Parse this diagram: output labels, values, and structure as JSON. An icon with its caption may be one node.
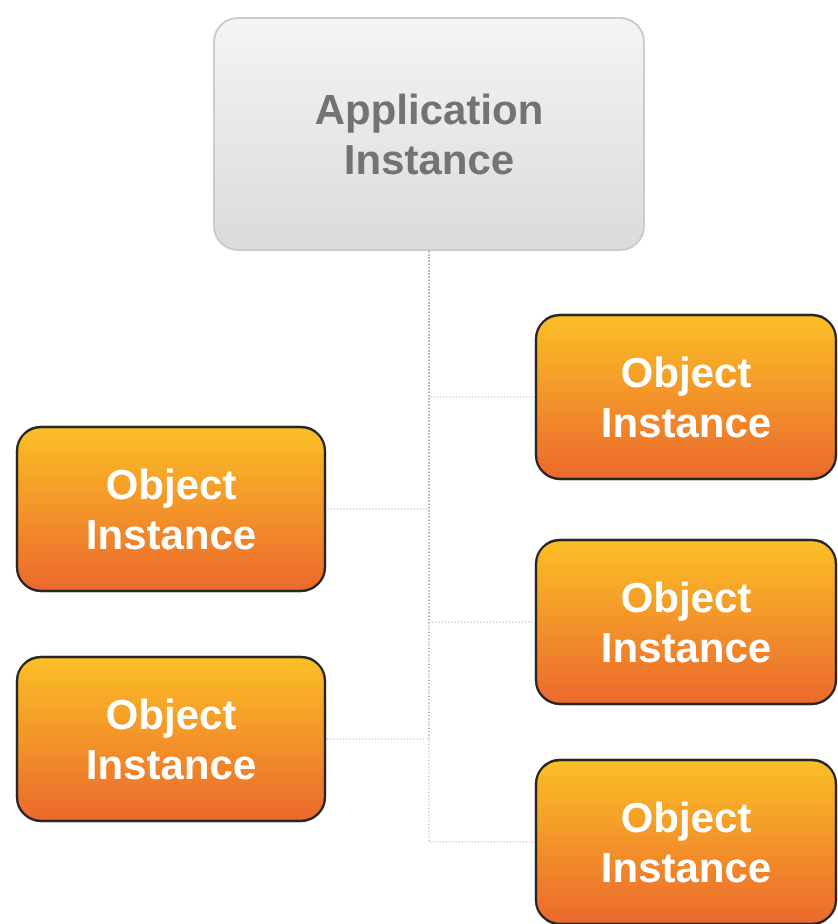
{
  "diagram": {
    "nodes": [
      {
        "text": [
          "Application Instance"
        ]
      },
      {
        "text": [
          "Object Instance"
        ]
      },
      {
        "text": [
          "Object Instance"
        ]
      },
      {
        "text": [
          "Object Instance"
        ]
      },
      {
        "text": [
          "Object Instance"
        ]
      },
      {
        "text": [
          "Object Instance"
        ]
      }
    ],
    "edges": [
      {
        "from": 0,
        "to": 1,
        "arrow": "none"
      },
      {
        "from": 0,
        "to": 2,
        "arrow": "none"
      },
      {
        "from": 0,
        "to": 3,
        "arrow": "none"
      },
      {
        "from": 0,
        "to": 4,
        "arrow": "none"
      },
      {
        "from": 0,
        "to": 5,
        "arrow": "none"
      }
    ]
  }
}
